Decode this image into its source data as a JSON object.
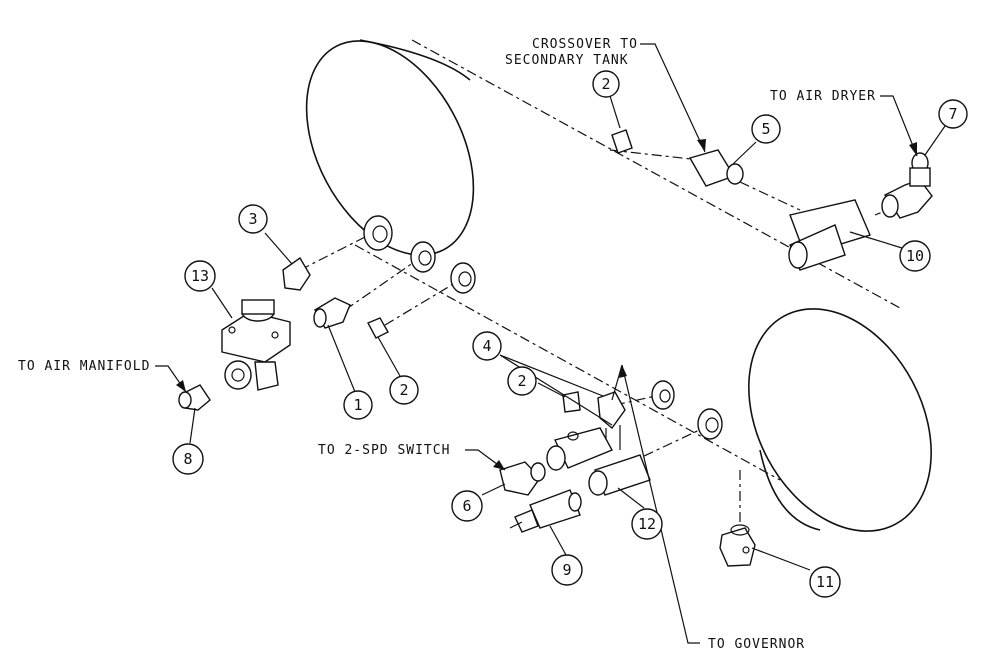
{
  "callouts": {
    "crossover_line1": "CROSSOVER TO",
    "crossover_line2": "SECONDARY TANK",
    "air_dryer": "TO AIR DRYER",
    "air_manifold": "TO AIR MANIFOLD",
    "two_spd_switch": "TO 2-SPD SWITCH",
    "governor": "TO GOVERNOR"
  },
  "balloons": {
    "b1": "1",
    "b2a": "2",
    "b2b": "2",
    "b2c": "2",
    "b3": "3",
    "b4": "4",
    "b5": "5",
    "b6": "6",
    "b7": "7",
    "b8": "8",
    "b9": "9",
    "b10": "10",
    "b11": "11",
    "b12": "12",
    "b13": "13"
  }
}
